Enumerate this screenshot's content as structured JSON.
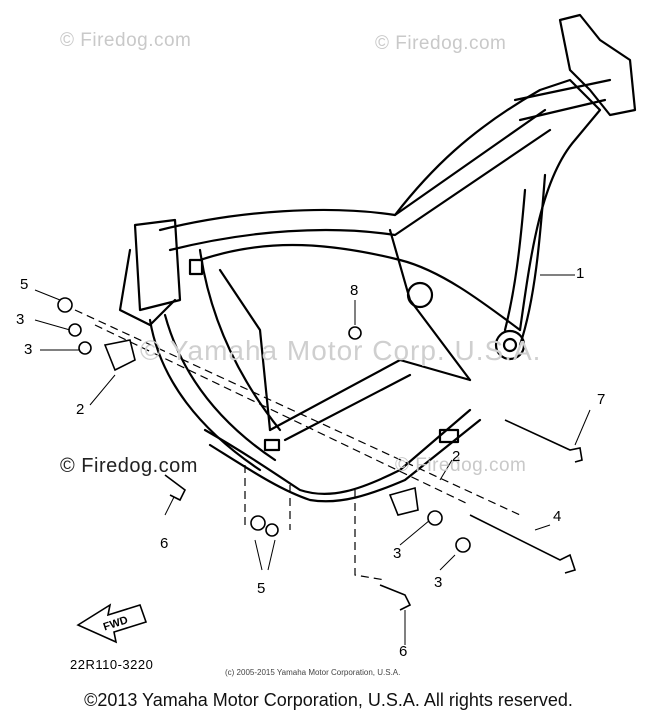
{
  "watermarks": {
    "top_left": "© Firedog.com",
    "top_right": "© Firedog.com",
    "mid_left": "© Firedog.com",
    "mid_right": "© Firedog.com",
    "center": "© Yamaha Motor Corp. U.S.A."
  },
  "callouts": {
    "c1": "1",
    "c2a": "2",
    "c2b": "2",
    "c3a": "3",
    "c3b": "3",
    "c3c": "3",
    "c3d": "3",
    "c4": "4",
    "c5a": "5",
    "c5b": "5",
    "c6a": "6",
    "c6b": "6",
    "c7": "7",
    "c8": "8"
  },
  "fwd_label": "FWD",
  "part_code": "22R110-3220",
  "small_copyright": "(c) 2005-2015 Yamaha Motor Corporation, U.S.A.",
  "footer": "©2013 Yamaha Motor Corporation, U.S.A. All rights reserved."
}
